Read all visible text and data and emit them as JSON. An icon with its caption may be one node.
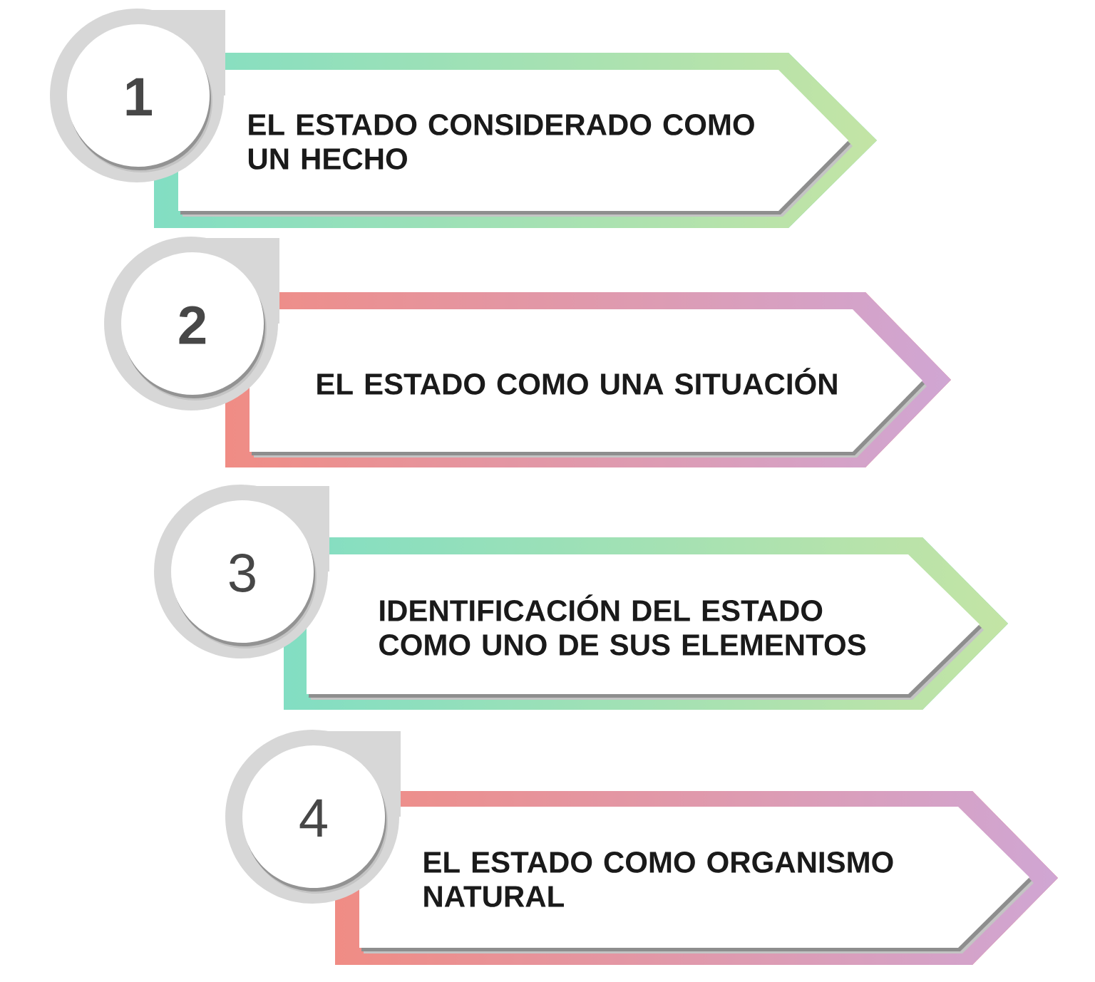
{
  "diagram": {
    "nodes": [
      {
        "text": [
          "1"
        ]
      },
      {
        "text": [
          "EL ESTADO CONSIDERADO COMO UN HECHO"
        ]
      },
      {
        "text": [
          "2"
        ]
      },
      {
        "text": [
          "EL ESTADO COMO UNA SITUACIÓN"
        ]
      },
      {
        "text": [
          "3"
        ]
      },
      {
        "text": [
          "IDENTIFICACIÓN DEL ESTADO COMO UNO DE SUS ELEMENTOS"
        ]
      },
      {
        "text": [
          "4"
        ]
      },
      {
        "text": [
          "EL ESTADO COMO ORGANISMO NATURAL"
        ]
      }
    ]
  }
}
